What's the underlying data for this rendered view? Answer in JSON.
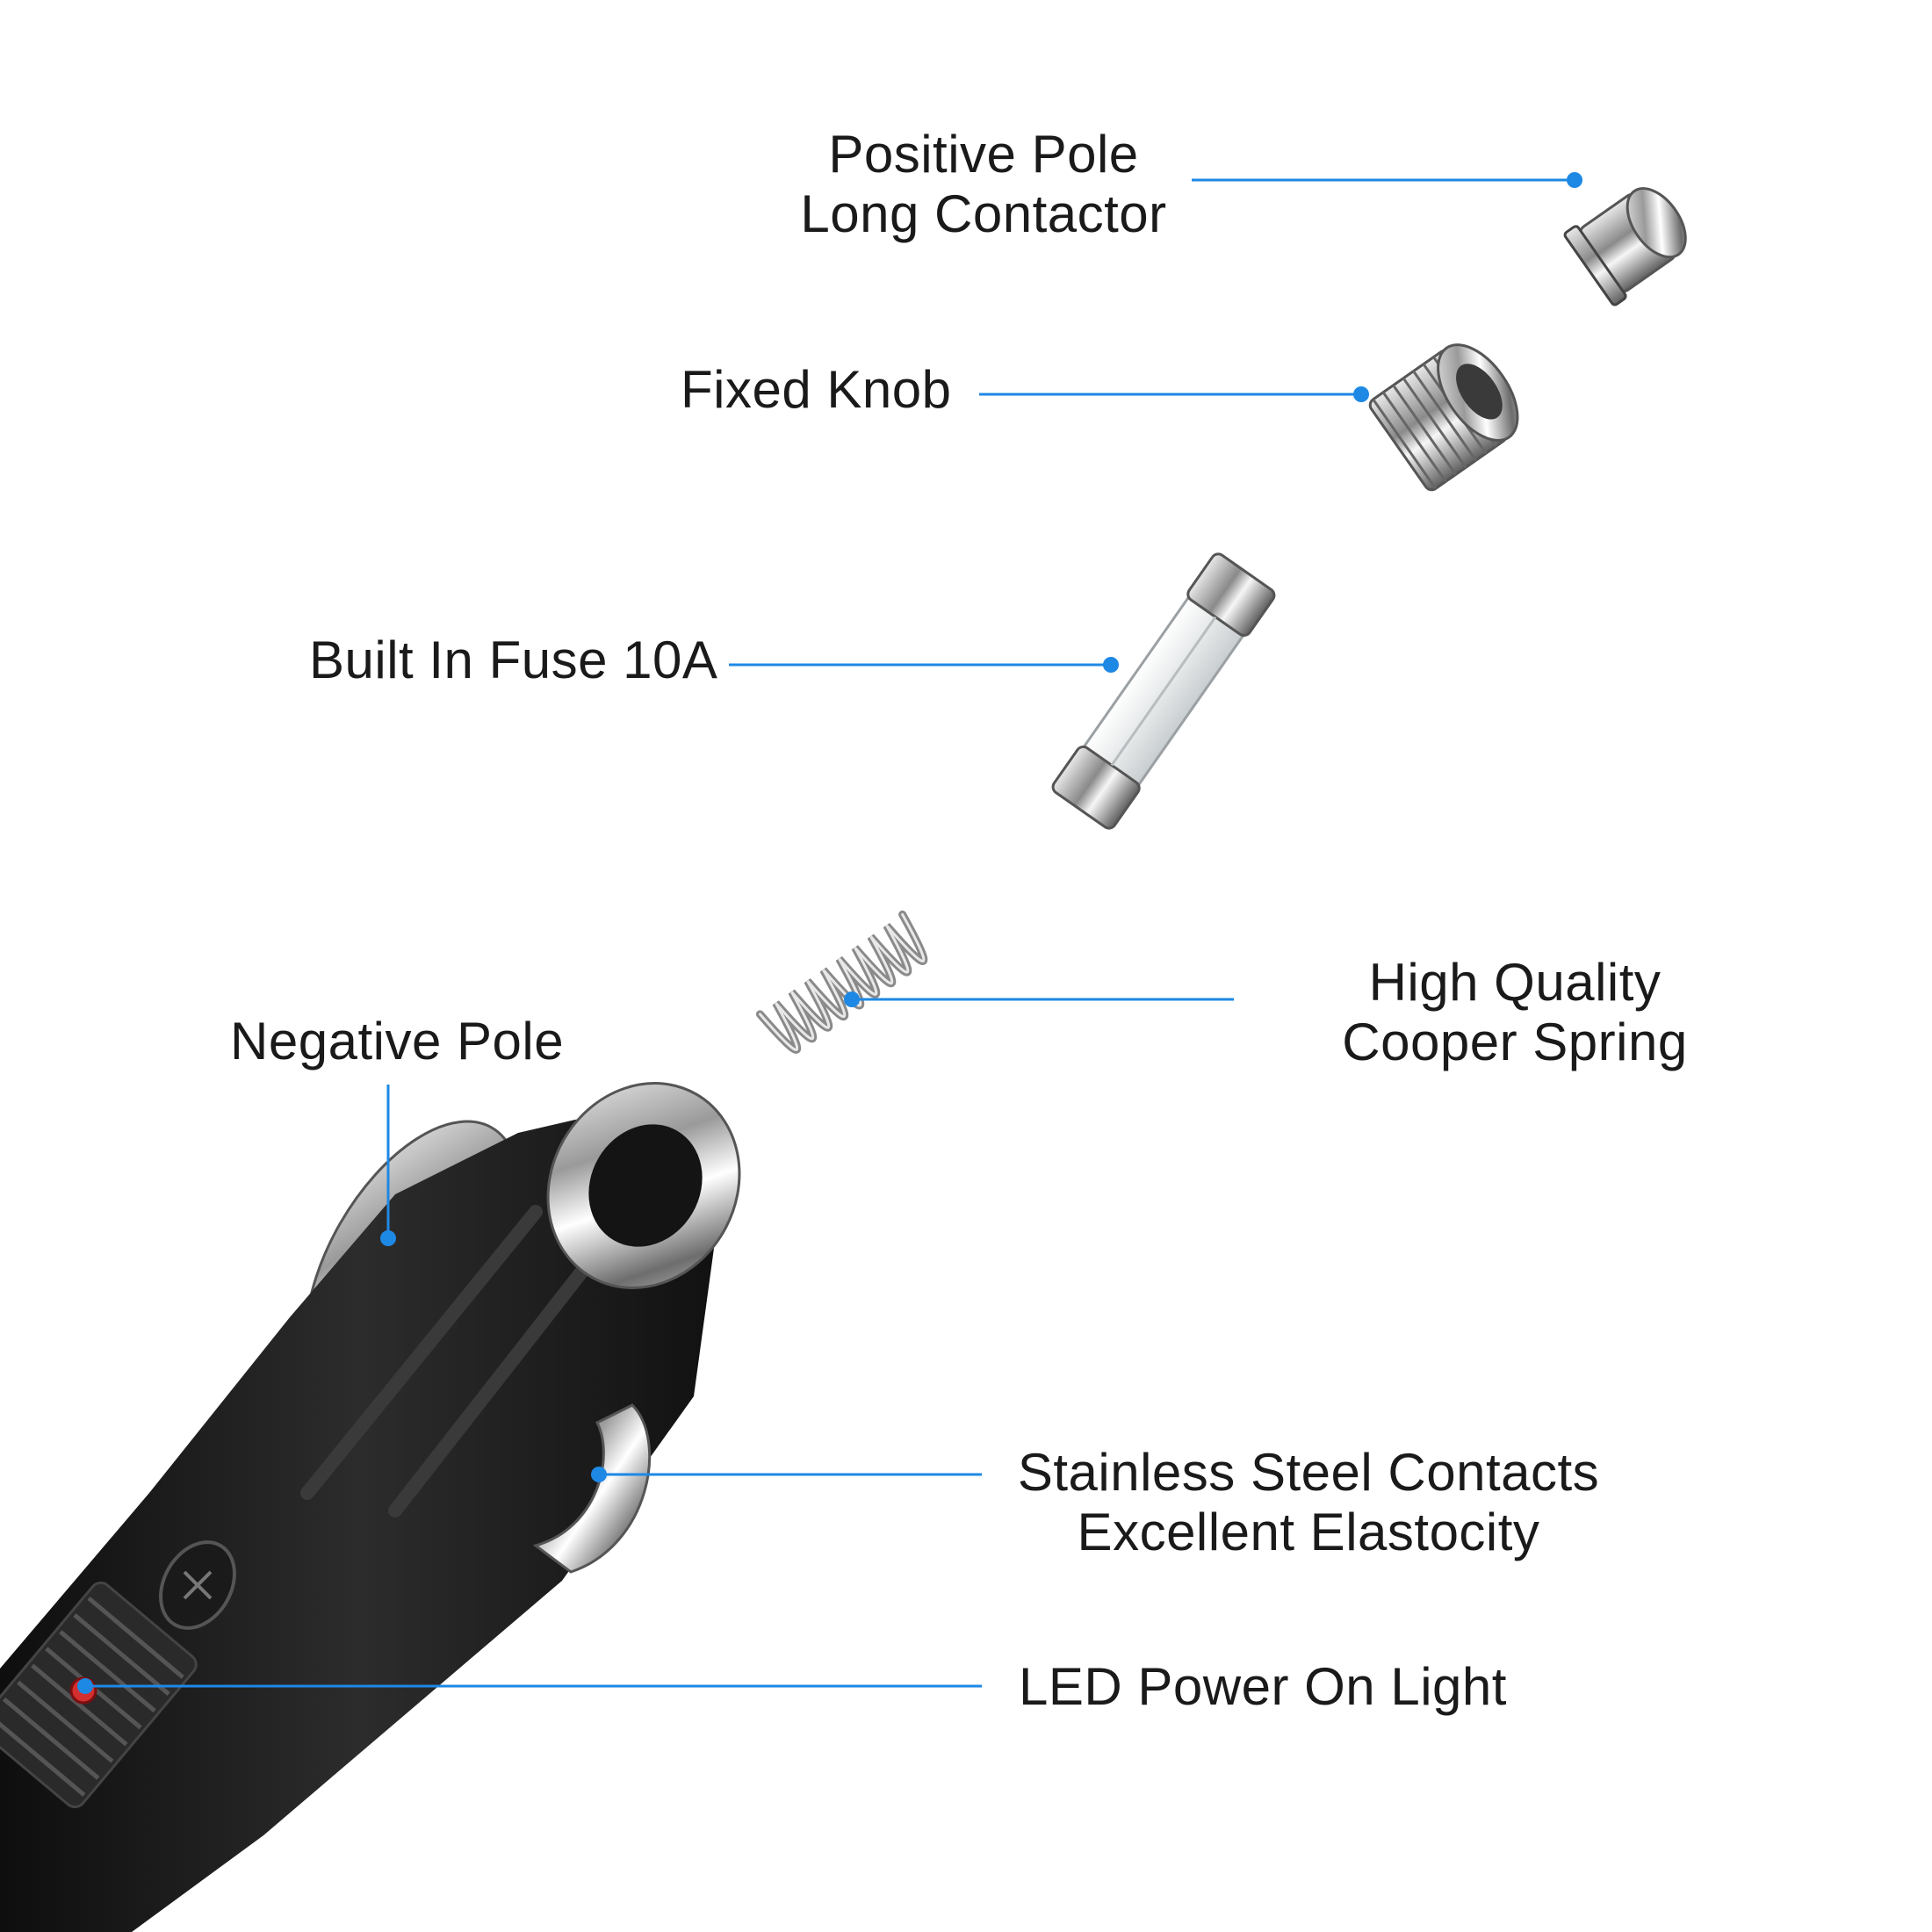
{
  "accent_color": "#1e88e5",
  "callouts": {
    "positive_pole": {
      "line1": "Positive Pole",
      "line2": "Long Contactor",
      "icon": "contact-cap-icon"
    },
    "fixed_knob": {
      "line1": "Fixed Knob",
      "icon": "knurled-knob-icon"
    },
    "fuse": {
      "line1": "Built In Fuse 10A",
      "icon": "glass-fuse-icon"
    },
    "spring": {
      "line1": "High Quality",
      "line2": "Cooper Spring",
      "icon": "spring-icon"
    },
    "negative_pole": {
      "line1": "Negative Pole"
    },
    "contacts": {
      "line1": "Stainless Steel Contacts",
      "line2": "Excellent Elastocity"
    },
    "led": {
      "line1": "LED Power On Light"
    }
  },
  "plug_icon": "cigarette-lighter-plug-icon"
}
